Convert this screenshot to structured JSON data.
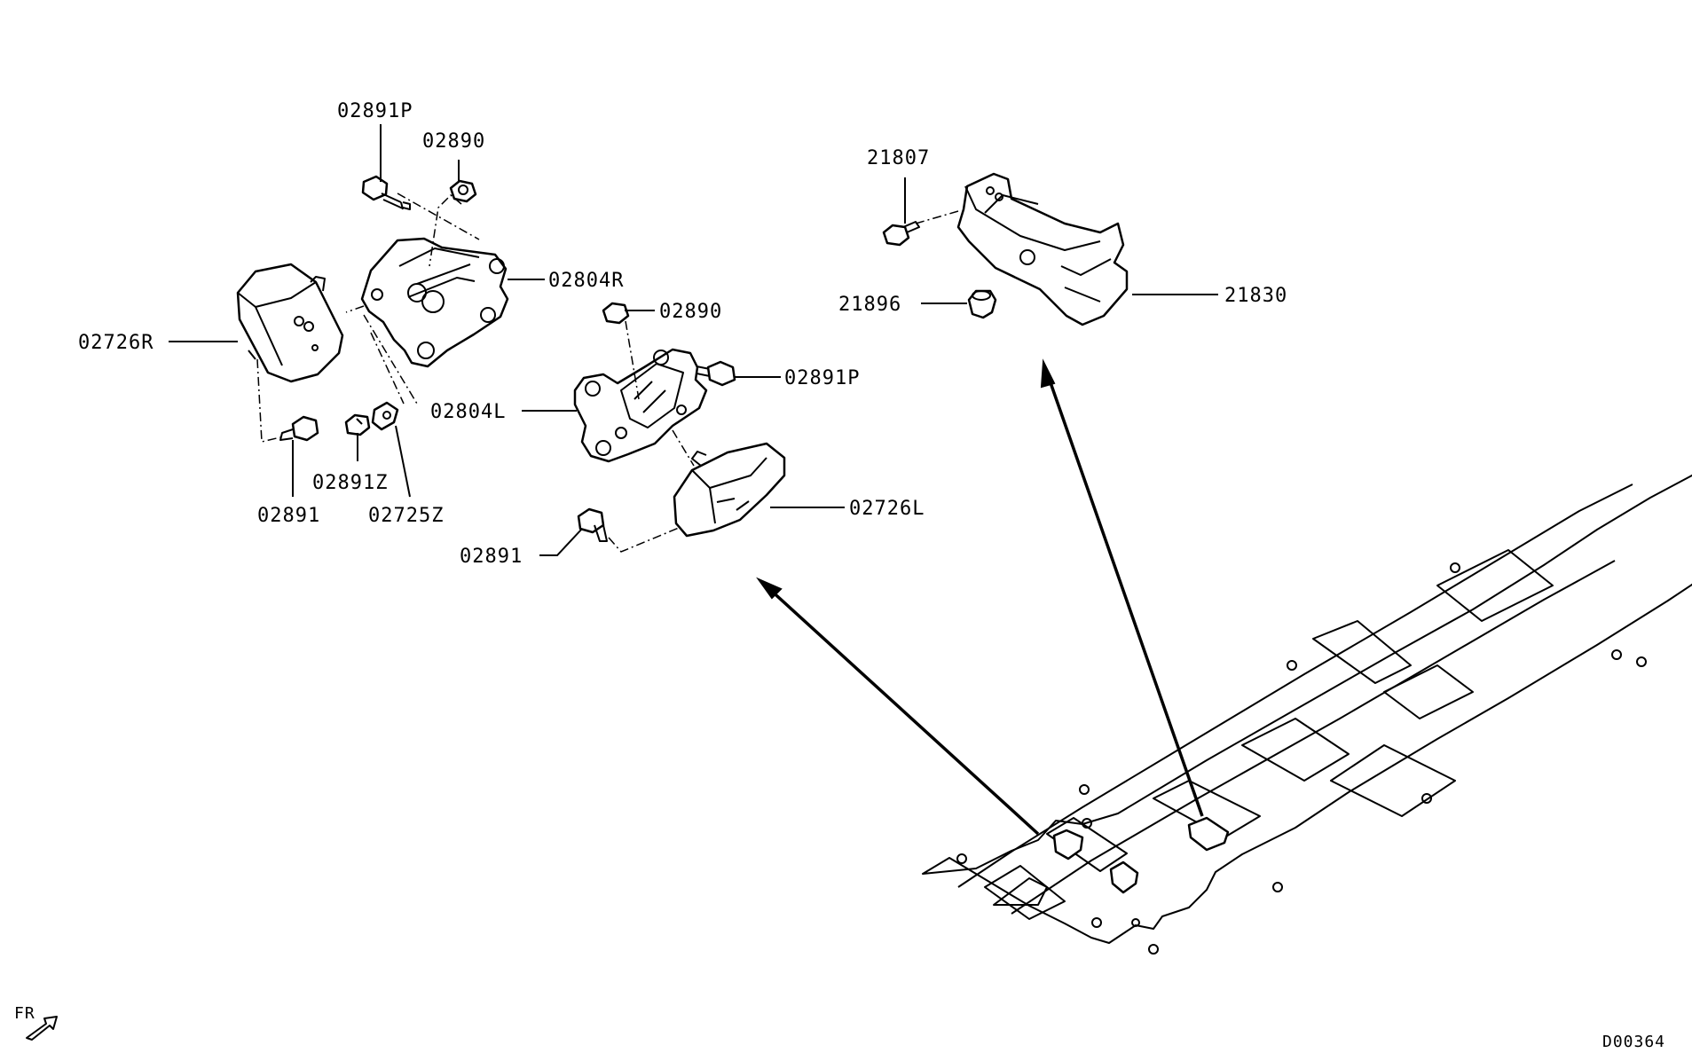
{
  "parts": {
    "p02891P_top": "02891P",
    "p02890_top": "02890",
    "p02804R": "02804R",
    "p02726R": "02726R",
    "p02891_left": "02891",
    "p02891Z": "02891Z",
    "p02725Z": "02725Z",
    "p02890_mid": "02890",
    "p02891P_mid": "02891P",
    "p02804L": "02804L",
    "p02726L": "02726L",
    "p02891_mid": "02891",
    "p21807": "21807",
    "p21896": "21896",
    "p21830": "21830"
  },
  "direction_label": "FR",
  "diagram_code": "D00364"
}
